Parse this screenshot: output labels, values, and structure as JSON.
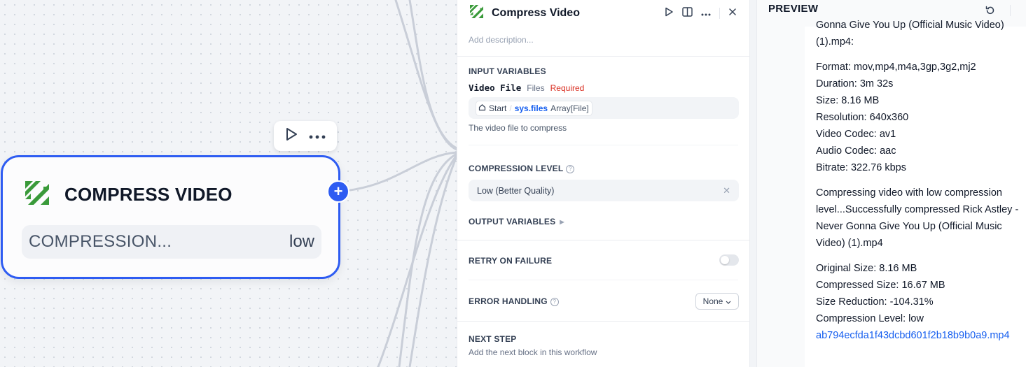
{
  "canvas": {
    "node": {
      "title": "COMPRESS VIDEO",
      "field_label": "COMPRESSION...",
      "field_value": "low",
      "brand_color": "#3a9a3a",
      "selected_color": "#2e5cf2"
    },
    "toolbar": {
      "icons": [
        "play-icon",
        "more-icon"
      ]
    }
  },
  "panel": {
    "title": "Compress Video",
    "description_placeholder": "Add description...",
    "header_icons": [
      "play-icon",
      "split-view-icon",
      "more-icon",
      "close-icon"
    ],
    "input_variables": {
      "title": "INPUT VARIABLES",
      "name": "Video File",
      "type": "Files",
      "required": "Required",
      "source": "Start",
      "separator": "/",
      "variable": "sys.files",
      "var_type": "Array[File]",
      "help": "The video file to compress"
    },
    "compression_level": {
      "title": "COMPRESSION LEVEL",
      "value": "Low (Better Quality)"
    },
    "output_variables": {
      "title": "OUTPUT VARIABLES"
    },
    "retry": {
      "title": "RETRY ON FAILURE",
      "enabled": false
    },
    "error_handling": {
      "title": "ERROR HANDLING",
      "value": "None"
    },
    "next_step": {
      "title": "NEXT STEP",
      "subtitle": "Add the next block in this workflow"
    }
  },
  "preview": {
    "title": "PREVIEW",
    "lines_top": [
      "Gonna Give You Up (Official Music Video)",
      "(1).mp4:"
    ],
    "info": [
      "Format: mov,mp4,m4a,3gp,3g2,mj2",
      "Duration: 3m 32s",
      "Size: 8.16 MB",
      "Resolution: 640x360",
      "Video Codec: av1",
      "Audio Codec: aac",
      "Bitrate: 322.76 kbps"
    ],
    "compress_msg": "Compressing video with low compression level...Successfully compressed Rick Astley - Never Gonna Give You Up (Official Music Video) (1).mp4",
    "result": [
      "Original Size: 8.16 MB",
      "Compressed Size: 16.67 MB",
      "Size Reduction: -104.31%",
      "Compression Level: low"
    ],
    "link": "ab794ecfda1f43dcbd601f2b18b9b0a9.mp4"
  }
}
